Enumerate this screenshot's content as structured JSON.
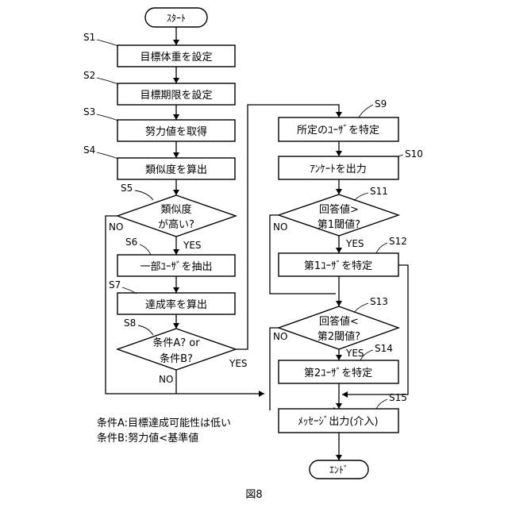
{
  "terminals": {
    "start": "ｽﾀｰﾄ",
    "end": "ｴﾝﾄﾞ"
  },
  "steps": {
    "s1": {
      "tag": "S1",
      "text": "目標体重を設定"
    },
    "s2": {
      "tag": "S2",
      "text": "目標期限を設定"
    },
    "s3": {
      "tag": "S3",
      "text": "努力値を取得"
    },
    "s4": {
      "tag": "S4",
      "text": "類似度を算出"
    },
    "s5": {
      "tag": "S5",
      "line1": "類似度",
      "line2": "が高い?",
      "yes": "YES",
      "no": "NO"
    },
    "s6": {
      "tag": "S6",
      "text": "一部ﾕｰｻﾞを抽出"
    },
    "s7": {
      "tag": "S7",
      "text": "達成率を算出"
    },
    "s8": {
      "tag": "S8",
      "line1": "条件A? or",
      "line2": "条件B?",
      "yes": "YES",
      "no": "NO"
    },
    "s9": {
      "tag": "S9",
      "text": "所定のﾕｰｻﾞを特定"
    },
    "s10": {
      "tag": "S10",
      "text": "ｱﾝｹｰﾄを出力"
    },
    "s11": {
      "tag": "S11",
      "line1": "回答値>",
      "line2": "第1閾値?",
      "yes": "YES",
      "no": "NO"
    },
    "s12": {
      "tag": "S12",
      "text": "第1ﾕｰｻﾞを特定"
    },
    "s13": {
      "tag": "S13",
      "line1": "回答値<",
      "line2": "第2閾値?",
      "yes": "YES",
      "no": "NO"
    },
    "s14": {
      "tag": "S14",
      "text": "第2ﾕｰｻﾞを特定"
    },
    "s15": {
      "tag": "S15",
      "text": "ﾒｯｾｰｼﾞ出力(介入)"
    }
  },
  "notes": {
    "condition_a": "条件A:目標達成可能性は低い",
    "condition_b": "条件B:努力値<基準値"
  },
  "figure_label": "図8"
}
